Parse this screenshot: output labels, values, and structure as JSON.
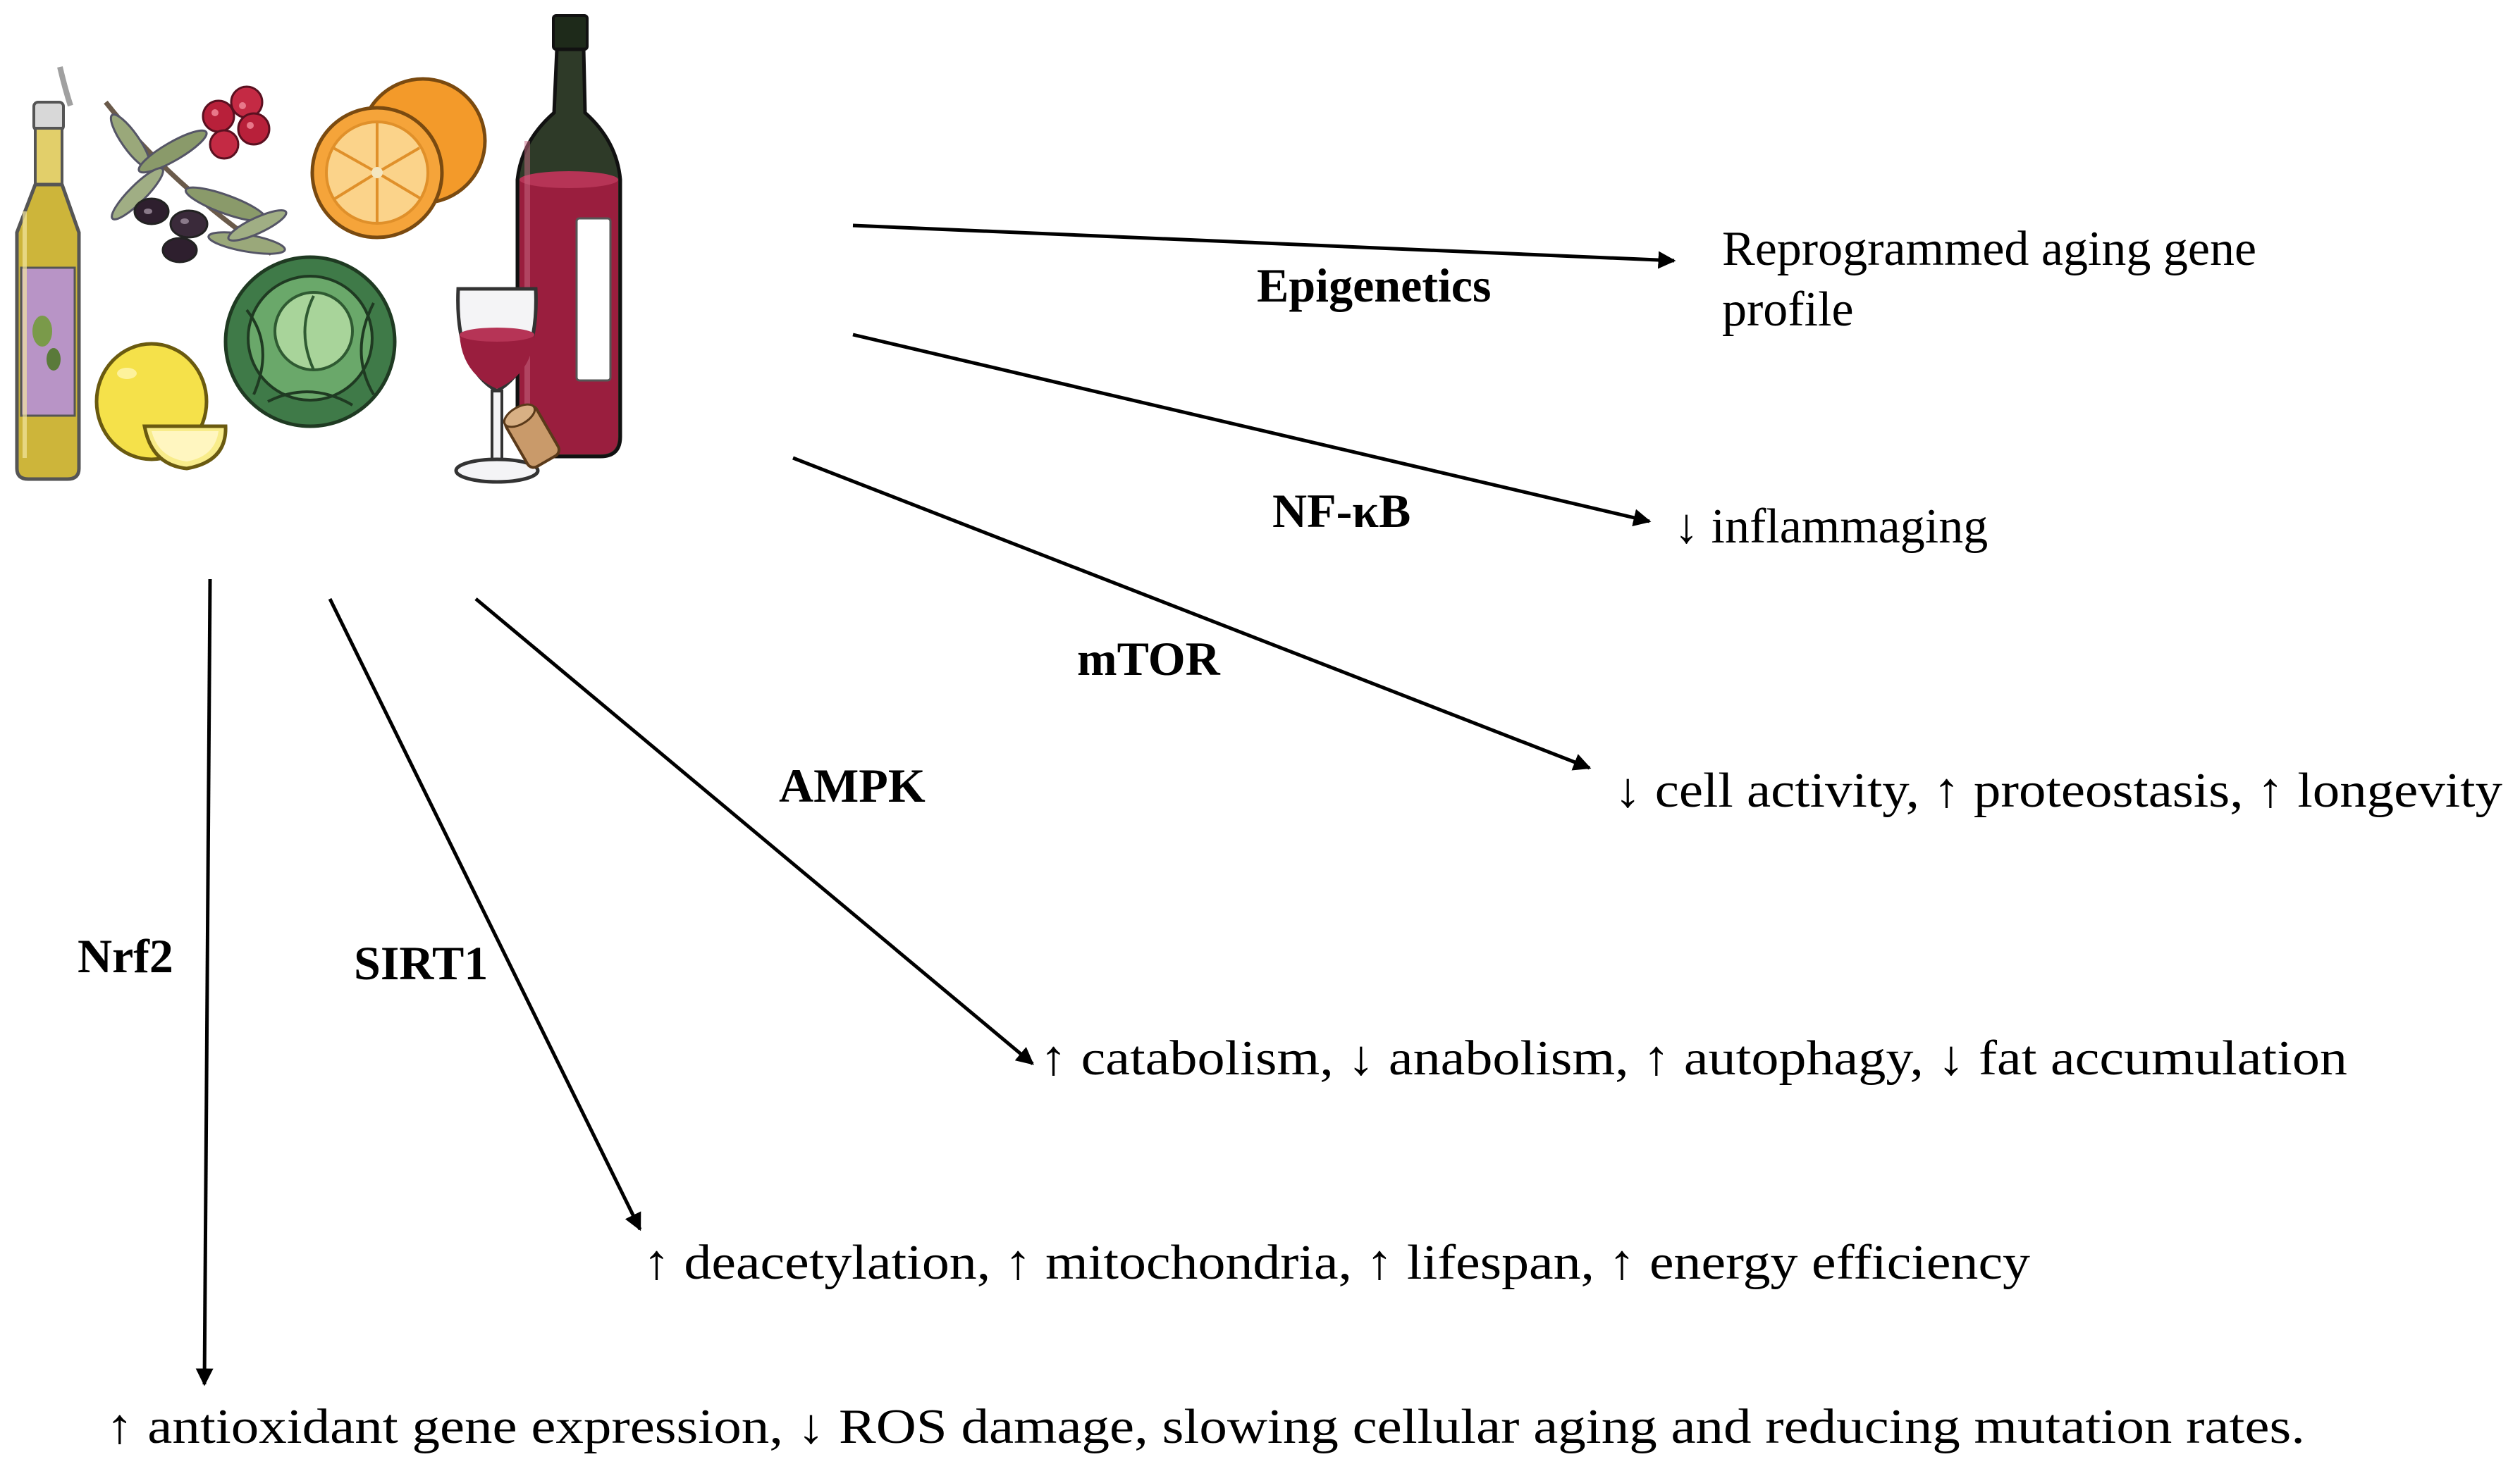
{
  "pathways": [
    {
      "id": "epigenetics",
      "label": "Epigenetics",
      "outcome_lines": [
        "Reprogrammed aging gene",
        "profile"
      ]
    },
    {
      "id": "nfkb",
      "label": "NF-κB",
      "outcome_lines": [
        "↓ inflammaging"
      ]
    },
    {
      "id": "mtor",
      "label": "mTOR",
      "outcome_lines": [
        "↓ cell activity, ↑ proteostasis, ↑ longevity"
      ]
    },
    {
      "id": "ampk",
      "label": "AMPK",
      "outcome_lines": [
        "↑ catabolism, ↓ anabolism, ↑ autophagy, ↓ fat accumulation"
      ]
    },
    {
      "id": "sirt1",
      "label": "SIRT1",
      "outcome_lines": [
        "↑ deacetylation, ↑ mitochondria, ↑ lifespan, ↑ energy efficiency"
      ]
    },
    {
      "id": "nrf2",
      "label": "Nrf2",
      "outcome_lines": [
        "↑ antioxidant gene expression, ↓ ROS damage, slowing cellular aging and reducing mutation rates."
      ]
    }
  ],
  "illustration": {
    "items": [
      "olive-oil-bottle-icon",
      "olive-branch-icon",
      "raspberries-icon",
      "orange-icon",
      "lemon-icon",
      "cabbage-icon",
      "wine-glass-icon",
      "wine-bottle-icon",
      "cork-icon"
    ],
    "colors": {
      "oil": "#cdb53a",
      "oil_label": "#b894c6",
      "olive": "#3a2a3a",
      "leaf": "#8a9a6a",
      "raspberry": "#b8203a",
      "orange": "#f39a2a",
      "orange_inner": "#fbd38a",
      "lemon": "#f5e14a",
      "cabbage": "#4f8a55",
      "cabbage_light": "#a8d49a",
      "wine": "#9a1e3e",
      "bottle_dark": "#2e3a28",
      "cork": "#c99a6a"
    }
  }
}
